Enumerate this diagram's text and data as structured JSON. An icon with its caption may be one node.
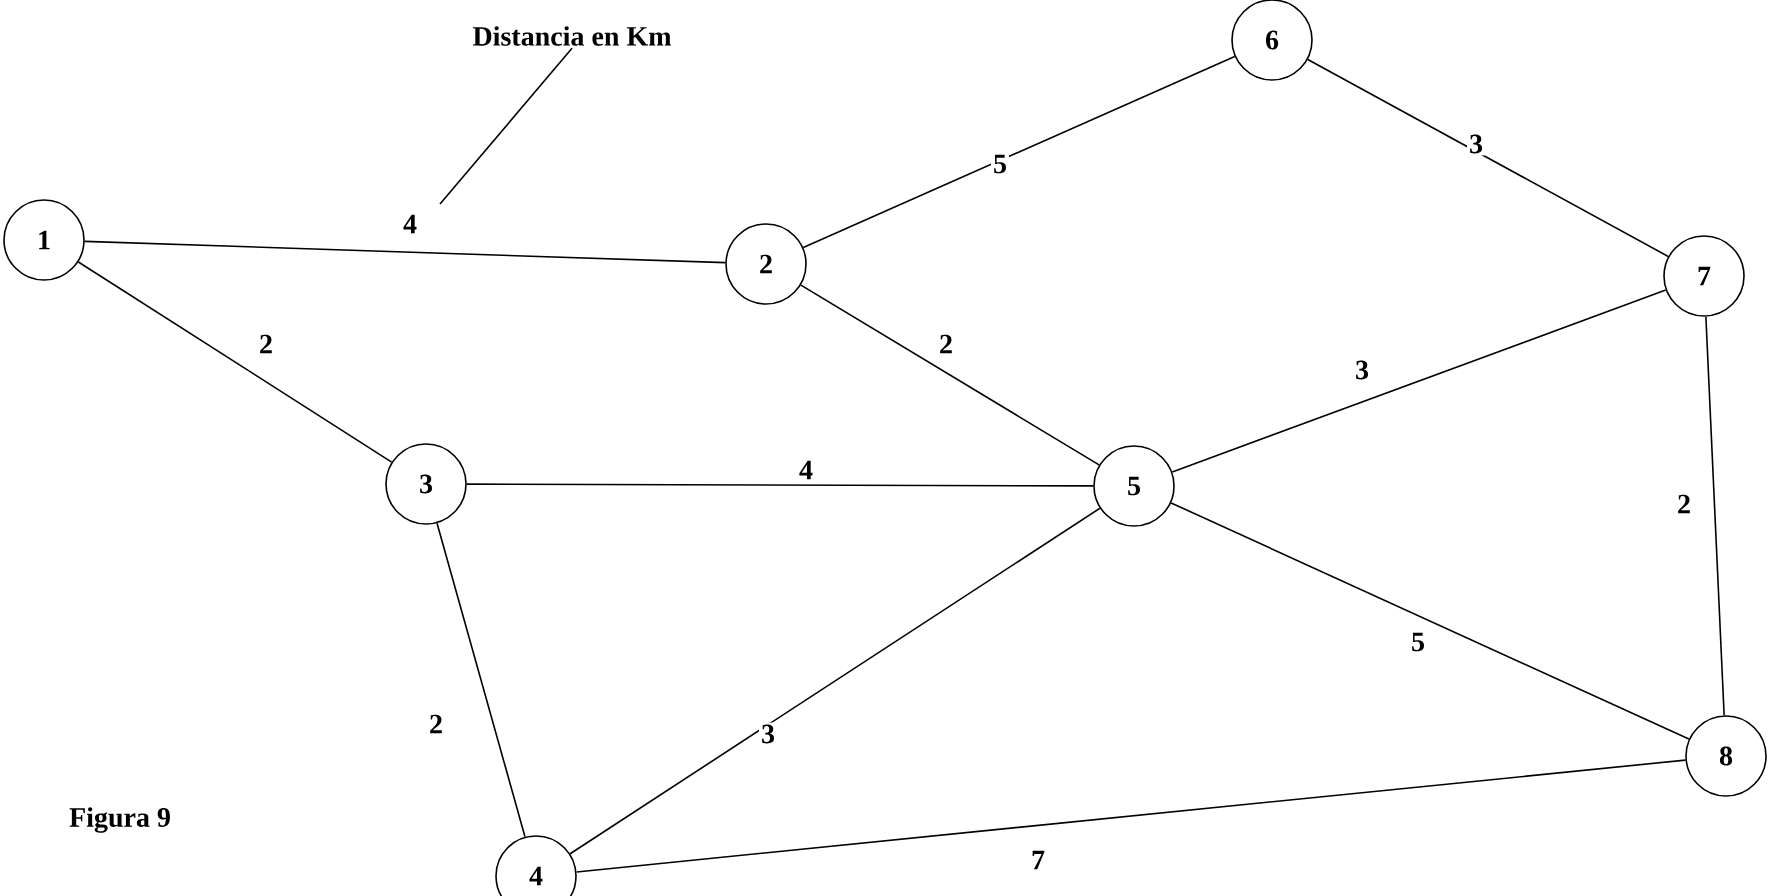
{
  "diagram": {
    "caption": "Figura 9",
    "nodes": [
      {
        "text": [
          "1"
        ]
      },
      {
        "text": [
          "2"
        ]
      },
      {
        "text": [
          "3"
        ]
      },
      {
        "text": [
          "4"
        ]
      },
      {
        "text": [
          "5"
        ]
      },
      {
        "text": [
          "6"
        ]
      },
      {
        "text": [
          "7"
        ]
      },
      {
        "text": [
          "8"
        ]
      },
      {
        "text": [
          "Distancia en Km"
        ]
      }
    ],
    "edges": [
      {
        "from": 0,
        "to": 1,
        "arrow": "none",
        "label": "4"
      },
      {
        "from": 0,
        "to": 2,
        "arrow": "none",
        "label": "2"
      },
      {
        "from": 1,
        "to": 5,
        "arrow": "none",
        "label": "5"
      },
      {
        "from": 5,
        "to": 6,
        "arrow": "none",
        "label": "3"
      },
      {
        "from": 1,
        "to": 4,
        "arrow": "none",
        "label": "2"
      },
      {
        "from": 6,
        "to": 4,
        "arrow": "none",
        "label": "3"
      },
      {
        "from": 2,
        "to": 4,
        "arrow": "none",
        "label": "4"
      },
      {
        "from": 6,
        "to": 7,
        "arrow": "none",
        "label": "2"
      },
      {
        "from": 2,
        "to": 3,
        "arrow": "none",
        "label": "2"
      },
      {
        "from": 3,
        "to": 4,
        "arrow": "none",
        "label": "3"
      },
      {
        "from": 4,
        "to": 7,
        "arrow": "none",
        "label": "5"
      },
      {
        "from": 3,
        "to": 7,
        "arrow": "none",
        "label": "7"
      },
      {
        "from": 8,
        "to": null,
        "arrow": "none"
      }
    ]
  }
}
